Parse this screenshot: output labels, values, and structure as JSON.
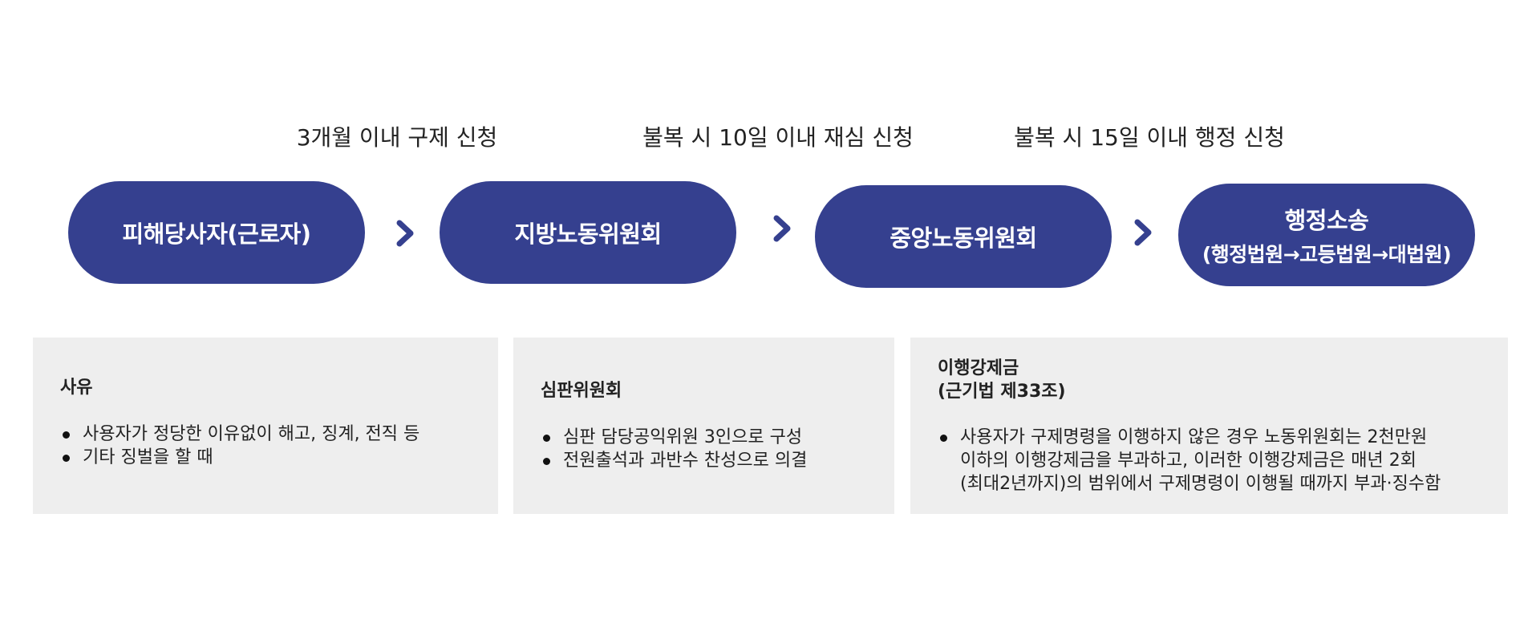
{
  "captions": [
    "3개월 이내 구제 신청",
    "불복 시 10일 이내 재심 신청",
    "불복 시 15일 이내 행정 신청"
  ],
  "steps": [
    {
      "line1": "피해당사자(근로자)",
      "line2": ""
    },
    {
      "line1": "지방노동위원회",
      "line2": ""
    },
    {
      "line1": "중앙노동위원회",
      "line2": ""
    },
    {
      "line1": "행정소송",
      "line2": "(행정법원→고등법원→대법원)"
    }
  ],
  "boxes": [
    {
      "title_line1": "사유",
      "title_line2": "",
      "items": [
        "사용자가 정당한 이유없이 해고, 징계, 전직 등",
        "기타 징벌을 할 때"
      ]
    },
    {
      "title_line1": "심판위원회",
      "title_line2": "",
      "items": [
        "심판 담당공익위원 3인으로 구성",
        "전원출석과 과반수 찬성으로 의결"
      ]
    },
    {
      "title_line1": "이행강제금",
      "title_line2": "(근기법 제33조)",
      "item_lines": [
        "사용자가 구제명령을 이행하지 않은 경우 노동위원회는 2천만원",
        "이하의 이행강제금을 부과하고, 이러한 이행강제금은 매년 2회",
        "(최대2년까지)의 범위에서 구제명령이 이행될 때까지 부과·징수함"
      ]
    }
  ],
  "colors": {
    "pill": "#35408f",
    "chevron": "#35408f",
    "box": "#eeeeee",
    "text": "#222222"
  }
}
